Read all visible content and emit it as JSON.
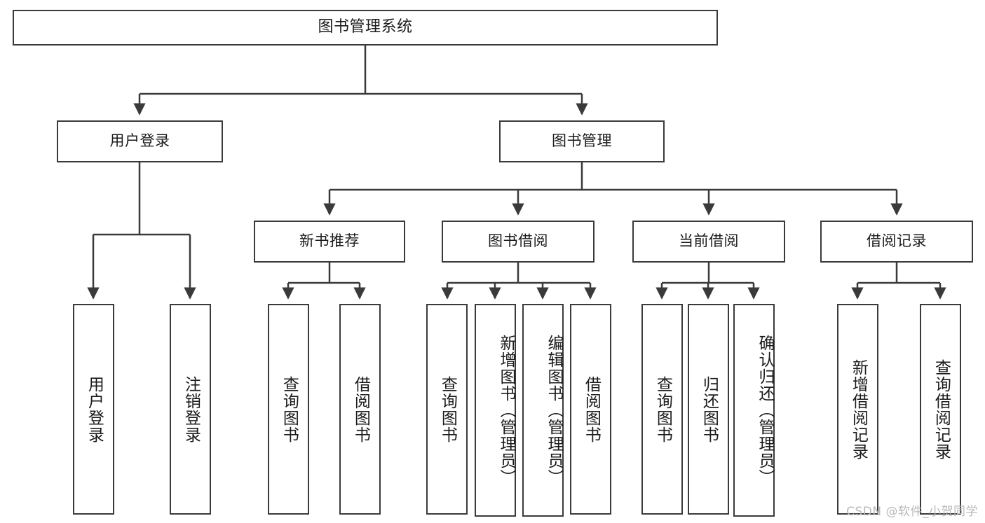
{
  "diagram": {
    "type": "tree",
    "title": "图书管理系统",
    "colors": {
      "stroke": "#3a3a3a",
      "fill": "#ffffff",
      "text": "#1b1b1b",
      "watermark": "#b9b9b9"
    },
    "root": {
      "label": "图书管理系统"
    },
    "level2": [
      {
        "label": "用户登录"
      },
      {
        "label": "图书管理"
      }
    ],
    "level3": [
      {
        "label": "新书推荐"
      },
      {
        "label": "图书借阅"
      },
      {
        "label": "当前借阅"
      },
      {
        "label": "借阅记录"
      }
    ],
    "leaves": {
      "user_login": [
        {
          "label": "用户登录"
        },
        {
          "label": "注销登录"
        }
      ],
      "new_book": [
        {
          "label": "查询图书"
        },
        {
          "label": "借阅图书"
        }
      ],
      "borrow_book": [
        {
          "label": "查询图书"
        },
        {
          "label": "新增图书（管理员）"
        },
        {
          "label": "编辑图书（管理员）"
        },
        {
          "label": "借阅图书"
        }
      ],
      "current_borrow": [
        {
          "label": "查询图书"
        },
        {
          "label": "归还图书"
        },
        {
          "label": "确认归还（管理员）"
        }
      ],
      "borrow_record": [
        {
          "label": "新增借阅记录"
        },
        {
          "label": "查询借阅记录"
        }
      ]
    }
  },
  "watermark": {
    "text": "CSDN @软件_小贺同学"
  }
}
